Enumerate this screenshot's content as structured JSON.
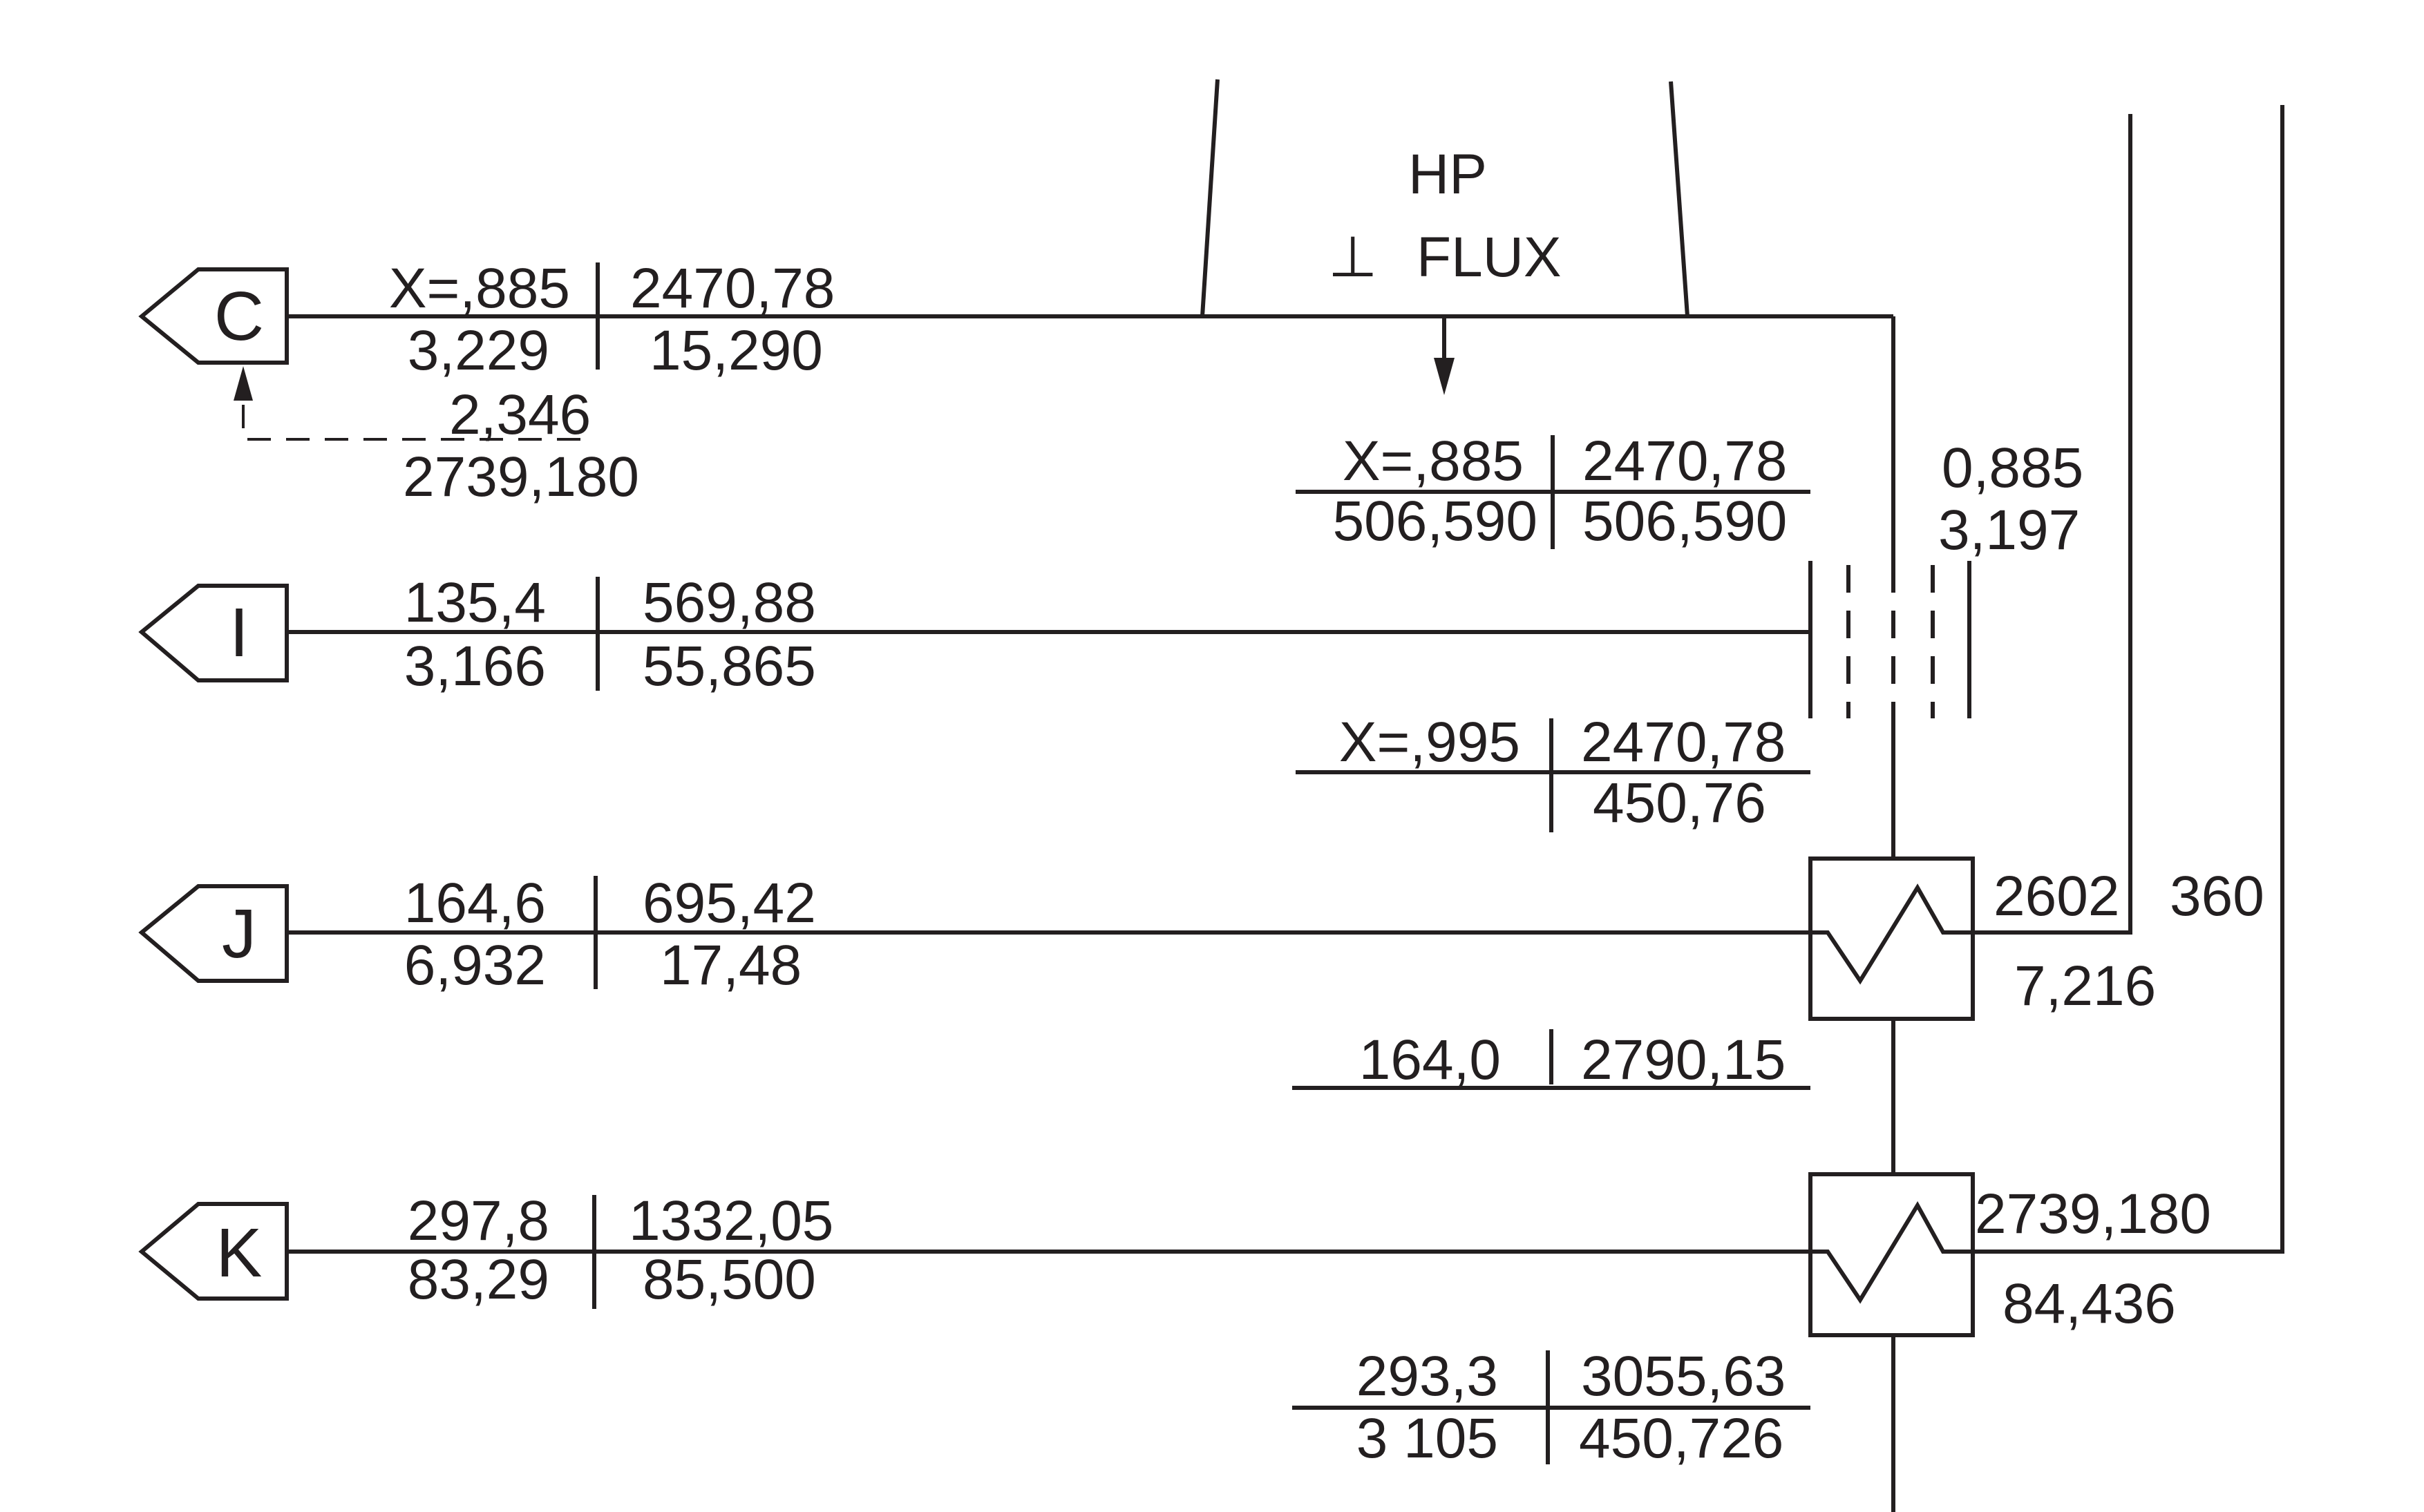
{
  "connectors": {
    "C": "C",
    "I": "I",
    "J": "J",
    "K": "K"
  },
  "turbine": {
    "label": "HP",
    "flux_symbol": "⊥",
    "flux_label": "FLUX"
  },
  "line_C": {
    "a": "X=,885",
    "b": "2470,78",
    "c": "3,229",
    "d": "15,290"
  },
  "recirc": {
    "a": "2,346",
    "b": "2739,180"
  },
  "stream_top": {
    "a": "X=,885",
    "b": "2470,78",
    "c": "506,590",
    "d": "506,590"
  },
  "right_top": {
    "a": "0,885",
    "b": "3,197"
  },
  "line_I": {
    "a": "135,4",
    "b": "569,88",
    "c": "3,166",
    "d": "55,865"
  },
  "stream_mid": {
    "a": "X=,995",
    "b": "2470,78",
    "c": "450,76"
  },
  "line_J": {
    "a": "164,6",
    "b": "695,42",
    "c": "6,932",
    "d": "17,48"
  },
  "hx1": {
    "a": "2602",
    "b": "360",
    "c": "7,216"
  },
  "stream_low": {
    "a": "164,0",
    "b": "2790,15"
  },
  "line_K": {
    "a": "297,8",
    "b": "1332,05",
    "c": "83,29",
    "d": "85,500"
  },
  "hx2": {
    "a": "2739,180",
    "b": "84,436"
  },
  "stream_bottom": {
    "a": "293,3",
    "b": "3055,63",
    "c": "3 105",
    "d": "450,726"
  }
}
